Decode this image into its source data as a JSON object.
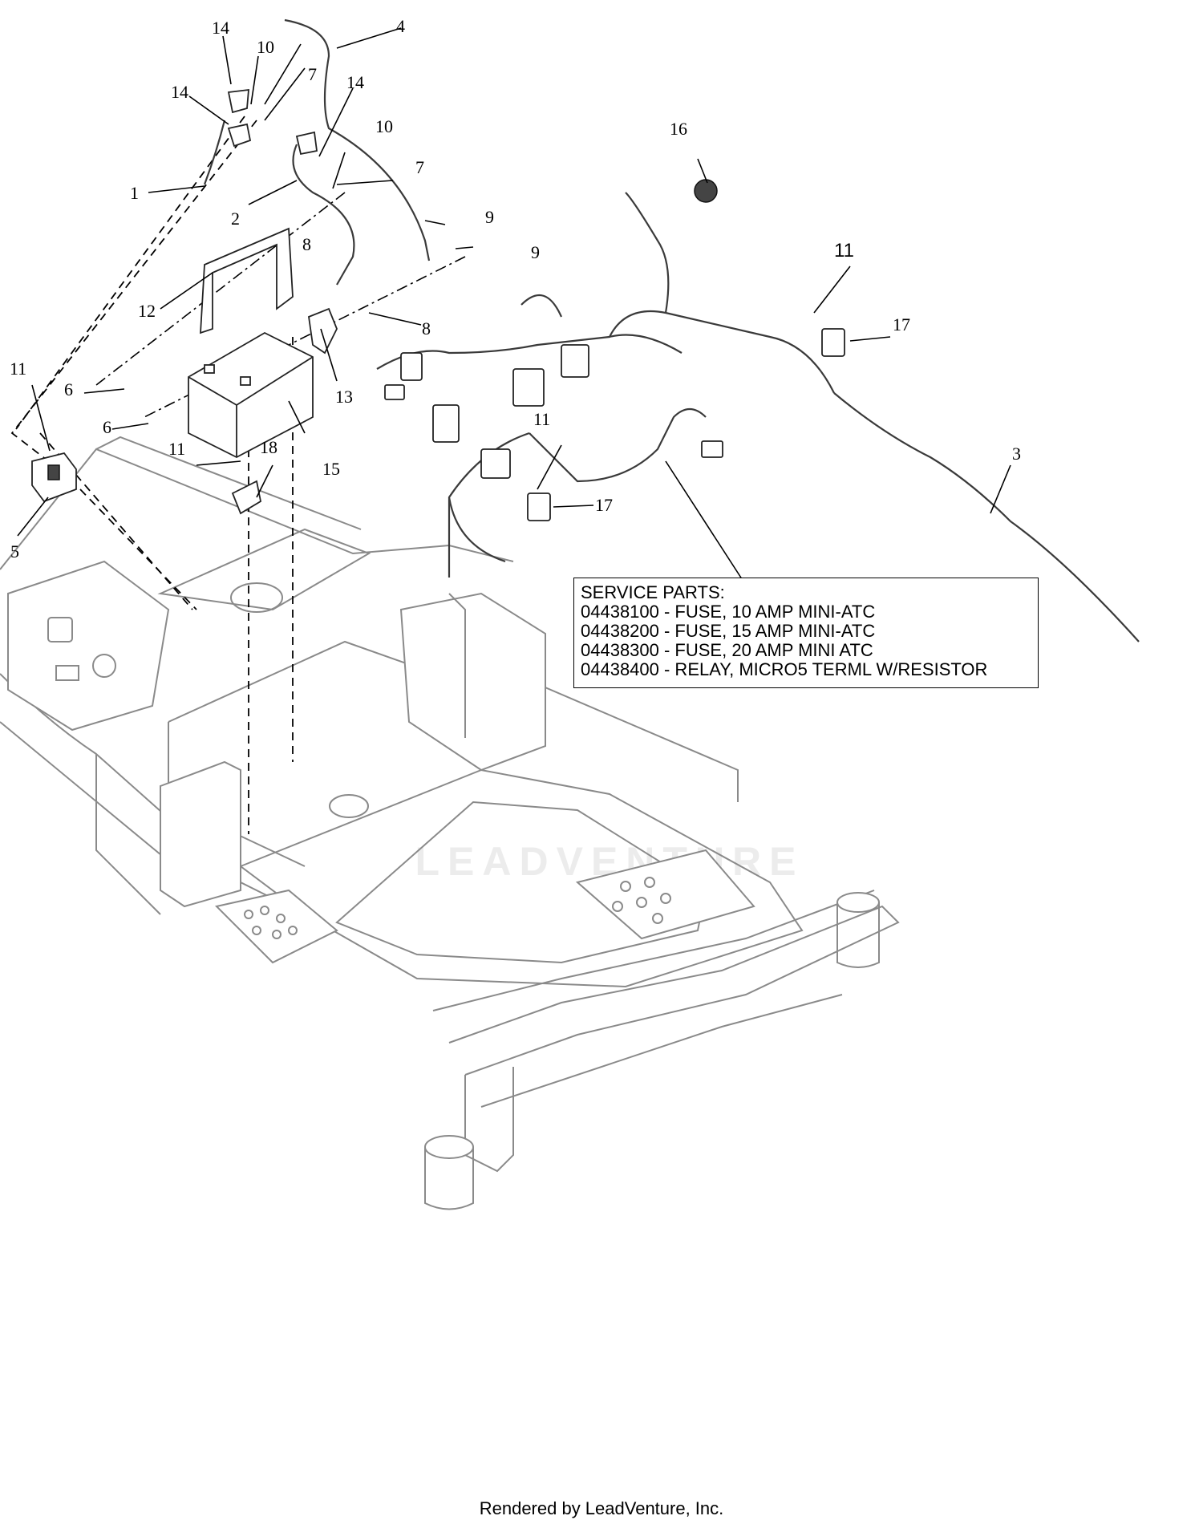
{
  "callouts": {
    "c1": "1",
    "c2": "2",
    "c3": "3",
    "c4": "4",
    "c5": "5",
    "c6a": "6",
    "c6b": "6",
    "c7a": "7",
    "c7b": "7",
    "c8a": "8",
    "c8b": "8",
    "c9a": "9",
    "c9b": "9",
    "c10a": "10",
    "c10b": "10",
    "c11a": "11",
    "c11b": "11",
    "c11c": "11",
    "c11d": "11",
    "c12": "12",
    "c13": "13",
    "c14a": "14",
    "c14b": "14",
    "c14c": "14",
    "c15": "15",
    "c16": "16",
    "c17a": "17",
    "c17b": "17",
    "c18": "18"
  },
  "service_parts": {
    "heading": "SERVICE PARTS:",
    "lines": [
      "04438100 - FUSE, 10 AMP MINI-ATC",
      "04438200 - FUSE, 15 AMP MINI-ATC",
      "04438300 - FUSE, 20 AMP MINI ATC",
      "04438400 - RELAY, MICRO5 TERML W/RESISTOR"
    ]
  },
  "watermark": "LEADVENTURE",
  "footer": "Rendered by LeadVenture, Inc."
}
